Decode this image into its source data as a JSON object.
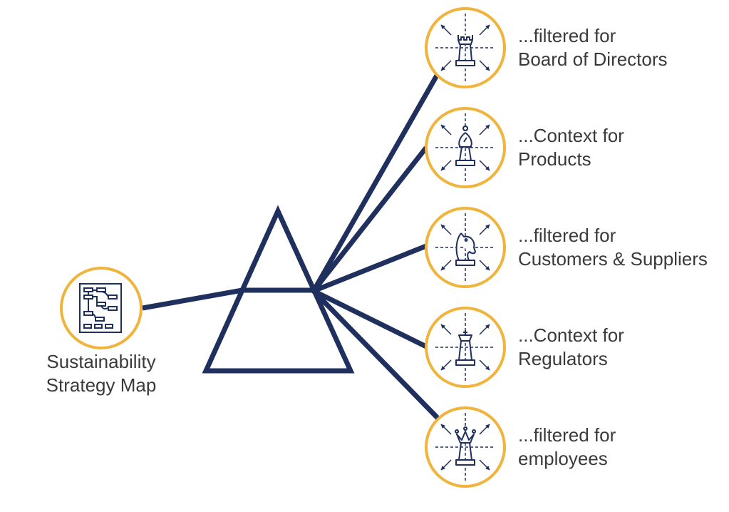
{
  "colors": {
    "line": "#1f2f5e",
    "ring": "#f0b43c",
    "text": "#3a3a3a"
  },
  "source": {
    "icon": "strategy-map-icon",
    "label_line1": "Sustainability",
    "label_line2": "Strategy Map"
  },
  "outputs": [
    {
      "icon": "rook-icon",
      "line1": "...filtered for",
      "line2": "Board of Directors"
    },
    {
      "icon": "bishop-icon",
      "line1": "...Context for",
      "line2": "Products"
    },
    {
      "icon": "knight-icon",
      "line1": "...filtered for",
      "line2": "Customers & Suppliers"
    },
    {
      "icon": "queen-icon",
      "line1": "...Context for",
      "line2": "Regulators"
    },
    {
      "icon": "king-icon",
      "line1": "...filtered for",
      "line2": "employees"
    }
  ]
}
